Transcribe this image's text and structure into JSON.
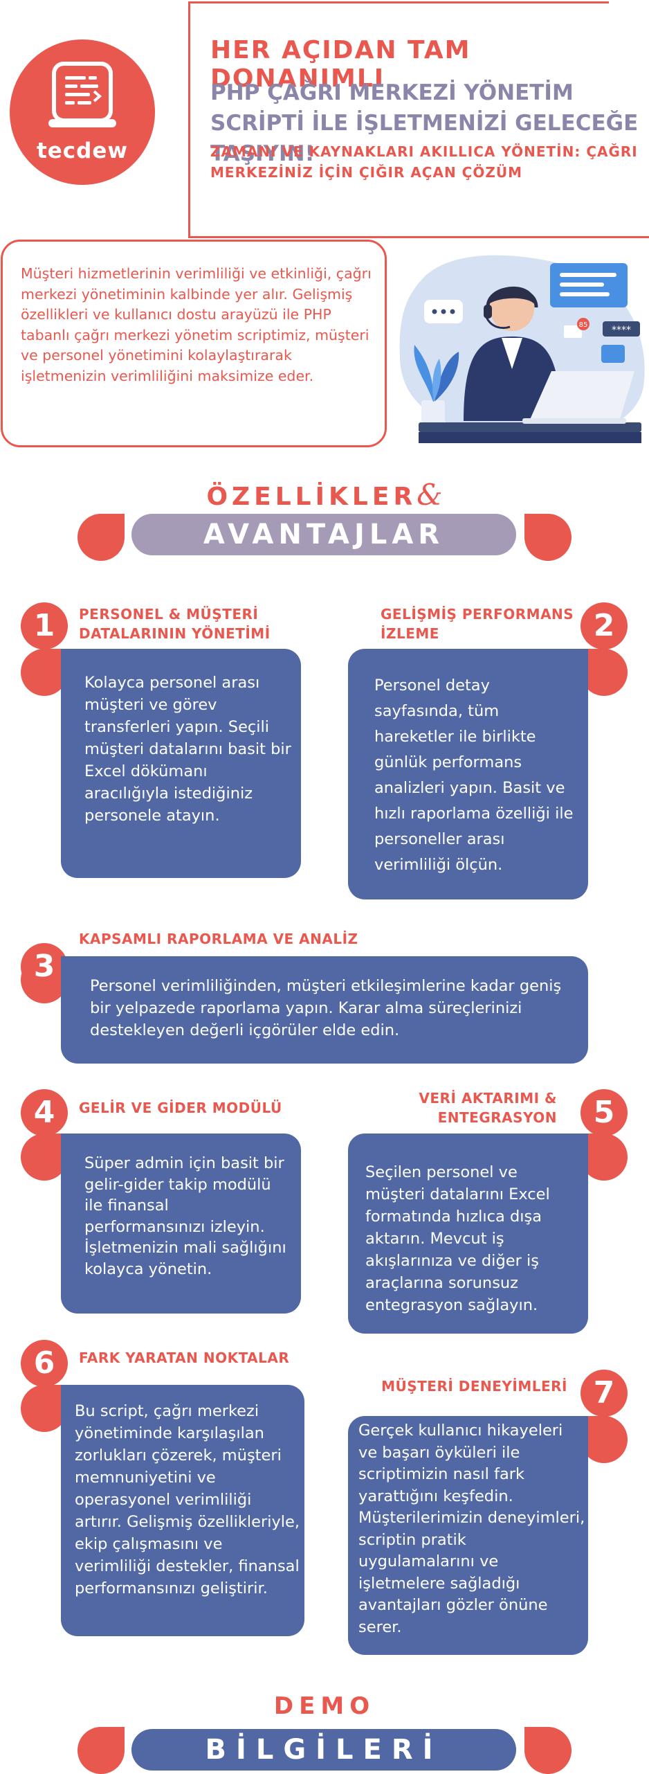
{
  "brand": {
    "name": "tecdew"
  },
  "header": {
    "headline": "HER AÇIDAN TAM DONANIMLI",
    "subheadline": "PHP ÇAĞRI MERKEZİ YÖNETİM SCRİPTİ İLE İŞLETMENİZİ GELECEĞE TAŞIYIN!",
    "tagline": "ZAMANI VE KAYNAKLARI AKILLICA YÖNETİN: ÇAĞRI MERKEZİNİZ İÇİN ÇIĞIR AÇAN ÇÖZÜM"
  },
  "intro": {
    "text": "Müşteri hizmetlerinin verimliliği ve etkinliği, çağrı merkezi yönetiminin kalbinde yer alır. Gelişmiş özellikleri ve kullanıcı dostu arayüzü ile PHP tabanlı çağrı merkezi yönetim scriptimiz, müşteri ve personel yönetimini kolaylaştırarak işletmenizin verimliliğini maksimize eder."
  },
  "illustration": {
    "icon": "call-center-agent-illustration",
    "badge_count": "85",
    "password_dots": "****"
  },
  "section": {
    "title_top": "ÖZELLİKLER",
    "ampersand": "&",
    "title_bottom": "AVANTAJLAR"
  },
  "features": [
    {
      "number": "1",
      "title": "PERSONEL & MÜŞTERİ DATALARININ YÖNETİMİ",
      "text": "Kolayca personel arası müşteri ve görev transferleri yapın. Seçili müşteri datalarını basit bir Excel dökümanı aracılığıyla istediğiniz personele atayın."
    },
    {
      "number": "2",
      "title": "GELİŞMİŞ PERFORMANS İZLEME",
      "text": "Personel detay sayfasında, tüm hareketler ile birlikte günlük performans analizleri yapın. Basit ve hızlı raporlama özelliği ile personeller arası verimliliği ölçün."
    },
    {
      "number": "3",
      "title": "KAPSAMLI RAPORLAMA VE ANALİZ",
      "text": "Personel verimliliğinden, müşteri etkileşimlerine kadar geniş bir yelpazede raporlama yapın. Karar alma süreçlerinizi destekleyen değerli içgörüler elde edin."
    },
    {
      "number": "4",
      "title": "GELİR VE GİDER MODÜLÜ",
      "text": "Süper admin için basit bir gelir-gider takip modülü ile finansal performansınızı izleyin. İşletmenizin mali sağlığını kolayca yönetin."
    },
    {
      "number": "5",
      "title": "VERİ AKTARIMI & ENTEGRASYON",
      "text": "Seçilen personel ve müşteri datalarını Excel formatında hızlıca dışa aktarın. Mevcut iş akışlarınıza ve diğer iş araçlarına sorunsuz entegrasyon sağlayın."
    },
    {
      "number": "6",
      "title": "FARK YARATAN NOKTALAR",
      "text": "Bu script, çağrı merkezi yönetiminde karşılaşılan zorlukları çözerek, müşteri memnuniyetini ve operasyonel verimliliği artırır. Gelişmiş özellikleriyle, ekip çalışmasını ve verimliliği destekler, finansal performansınızı geliştirir."
    },
    {
      "number": "7",
      "title": "MÜŞTERİ DENEYİMLERİ",
      "text": "Gerçek kullanıcı hikayeleri ve başarı öyküleri ile scriptimizin nasıl fark yarattığını keşfedin. Müşterilerimizin deneyimleri, scriptin pratik uygulamalarını ve işletmelere sağladığı avantajları gözler önüne serer."
    }
  ],
  "demo": {
    "title_top": "DEMO",
    "title_bottom": "BİLGİLERİ"
  }
}
